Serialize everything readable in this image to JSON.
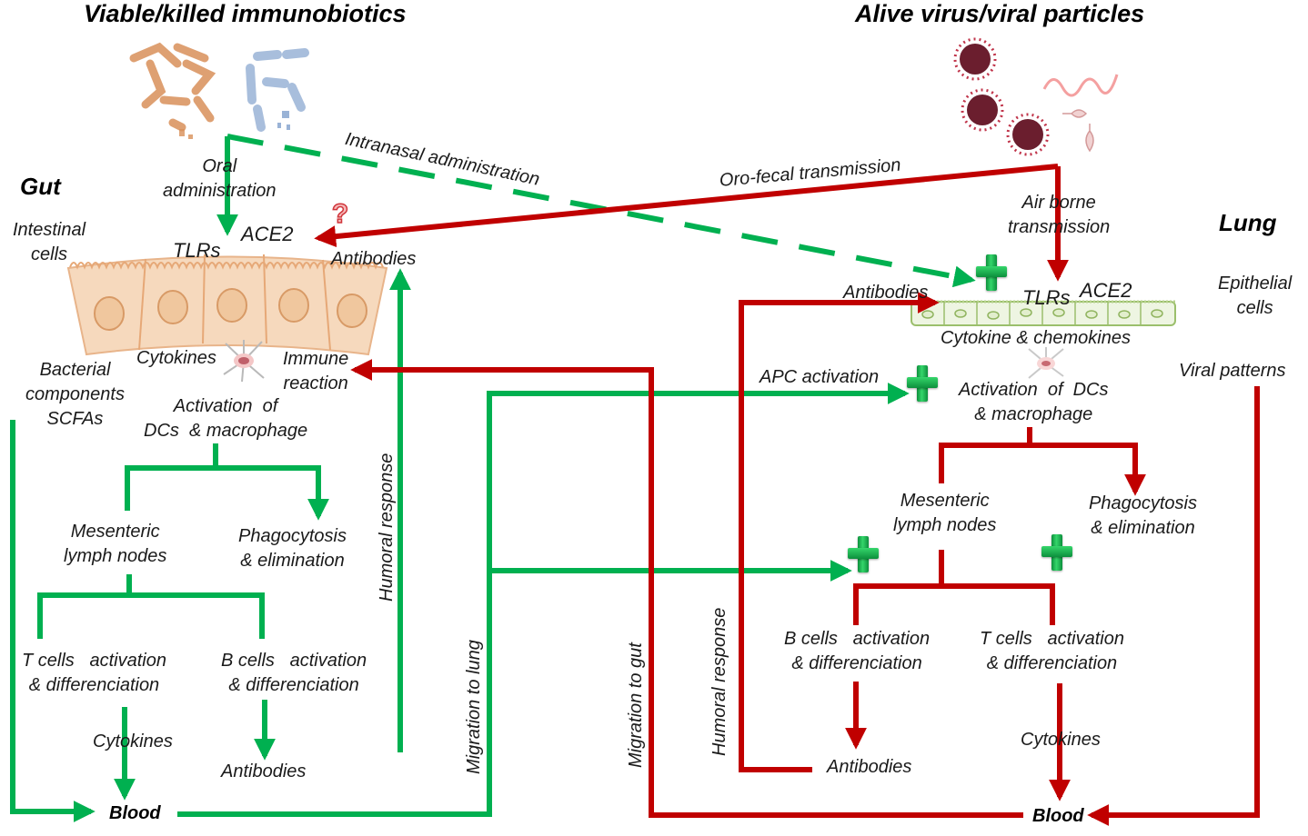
{
  "titles": {
    "left": "Viable/killed immunobiotics",
    "right": "Alive virus/viral particles"
  },
  "sections": {
    "gut": "Gut",
    "lung": "Lung"
  },
  "colors": {
    "immunobiotic_pathway": "#00b050",
    "virus_pathway": "#c00000",
    "gut_cells": "#f2c9a3",
    "lung_cells": "#e9f2dc"
  },
  "routes": {
    "oral": "Oral\nadministration",
    "intranasal": "Intranasal administration",
    "orofecal": "Oro-fecal transmission",
    "airborne": "Air borne\ntransmission"
  },
  "gut": {
    "intestinal_cells": "Intestinal\ncells",
    "tlrs": "TLRs",
    "ace2": "ACE2",
    "antibodies_top": "Antibodies",
    "question_icon": "question-mark",
    "bacterial": "Bacterial\ncomponents\nSCFAs",
    "cytokines_top": "Cytokines",
    "immune_reaction": "Immune\nreaction",
    "activation": "Activation  of\nDCs  & macrophage",
    "mesenteric": "Mesenteric\nlymph nodes",
    "phagocytosis": "Phagocytosis\n& elimination",
    "tcells": "T cells   activation\n& differenciation",
    "bcells": "B cells   activation\n& differenciation",
    "cytokines_bottom": "Cytokines",
    "antibodies_bottom": "Antibodies",
    "blood": "Blood",
    "humoral": "Humoral response"
  },
  "middle": {
    "migration_lung": "Migration to lung",
    "migration_gut": "Migration to gut",
    "humoral": "Humoral response"
  },
  "lung": {
    "antibodies_top": "Antibodies",
    "tlrs": "TLRs",
    "ace2": "ACE2",
    "epithelial": "Epithelial\ncells",
    "cytokine_chemokines": "Cytokine & chemokines",
    "apc_activation": "APC activation",
    "activation": "Activation  of  DCs\n& macrophage",
    "viral_patterns": "Viral patterns",
    "mesenteric": "Mesenteric\nlymph nodes",
    "phagocytosis": "Phagocytosis\n& elimination",
    "bcells": "B cells   activation\n& differenciation",
    "tcells": "T cells   activation\n& differenciation",
    "antibodies_bottom": "Antibodies",
    "cytokines_bottom": "Cytokines",
    "blood": "Blood"
  }
}
